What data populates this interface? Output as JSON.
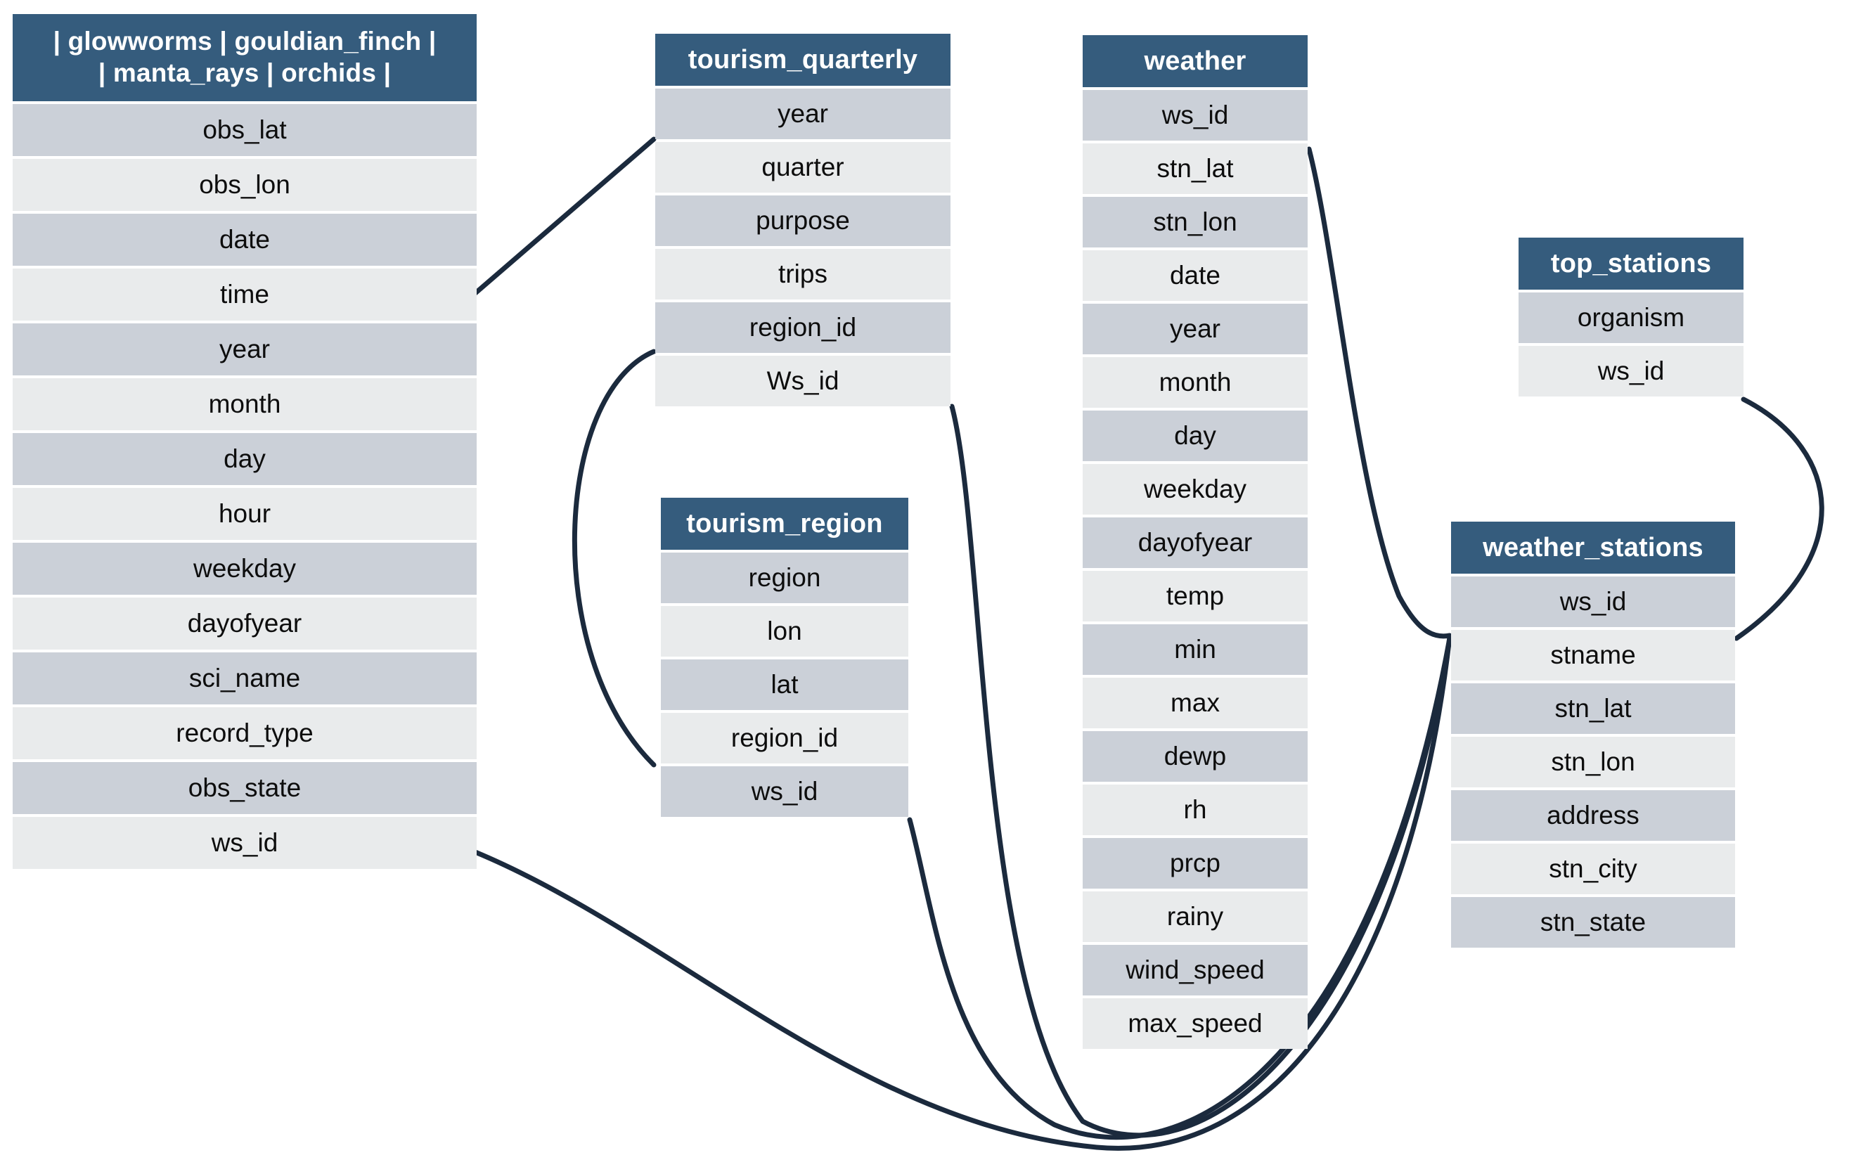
{
  "diagram": {
    "title": "database-schema-erd",
    "colors": {
      "header_bg": "#355C7D",
      "header_text": "#FFFFFF",
      "row_band_dark": "#CBD0D8",
      "row_band_light": "#E9EBEC",
      "field_text": "#0D0D0D",
      "edge_line": "#1B2A3D",
      "background": "#FFFFFF"
    },
    "tables": [
      {
        "id": "observations",
        "title": "| glowworms | gouldian_finch |",
        "title_line2": "| manta_rays | orchids |",
        "fields": [
          "obs_lat",
          "obs_lon",
          "date",
          "time",
          "year",
          "month",
          "day",
          "hour",
          "weekday",
          "dayofyear",
          "sci_name",
          "record_type",
          "obs_state",
          "ws_id"
        ]
      },
      {
        "id": "tourism_quarterly",
        "title": "tourism_quarterly",
        "fields": [
          "year",
          "quarter",
          "purpose",
          "trips",
          "region_id",
          "Ws_id"
        ]
      },
      {
        "id": "tourism_region",
        "title": "tourism_region",
        "fields": [
          "region",
          "lon",
          "lat",
          "region_id",
          "ws_id"
        ]
      },
      {
        "id": "weather",
        "title": "weather",
        "fields": [
          "ws_id",
          "stn_lat",
          "stn_lon",
          "date",
          "year",
          "month",
          "day",
          "weekday",
          "dayofyear",
          "temp",
          "min",
          "max",
          "dewp",
          "rh",
          "prcp",
          "rainy",
          "wind_speed",
          "max_speed"
        ]
      },
      {
        "id": "top_stations",
        "title": "top_stations",
        "fields": [
          "organism",
          "ws_id"
        ]
      },
      {
        "id": "weather_stations",
        "title": "weather_stations",
        "fields": [
          "ws_id",
          "stname",
          "stn_lat",
          "stn_lon",
          "address",
          "stn_city",
          "stn_state"
        ]
      }
    ],
    "relationships": [
      {
        "id": "rel-obs-time-to-quarterly-year",
        "from": "observations.time",
        "to": "tourism_quarterly.year"
      },
      {
        "id": "rel-quarterly-region-to-region",
        "from": "tourism_quarterly.region_id",
        "to": "tourism_region.region_id"
      },
      {
        "id": "rel-quarterly-wsid-to-stations",
        "from": "tourism_quarterly.Ws_id",
        "to": "weather_stations.ws_id"
      },
      {
        "id": "rel-region-wsid-to-stations",
        "from": "tourism_region.ws_id",
        "to": "weather_stations.ws_id"
      },
      {
        "id": "rel-obs-wsid-to-stations",
        "from": "observations.ws_id",
        "to": "weather_stations.ws_id"
      },
      {
        "id": "rel-weather-wsid-to-stations",
        "from": "weather.ws_id",
        "to": "weather_stations.ws_id"
      },
      {
        "id": "rel-topstations-wsid-to-stations",
        "from": "top_stations.ws_id",
        "to": "weather_stations.ws_id"
      }
    ]
  }
}
